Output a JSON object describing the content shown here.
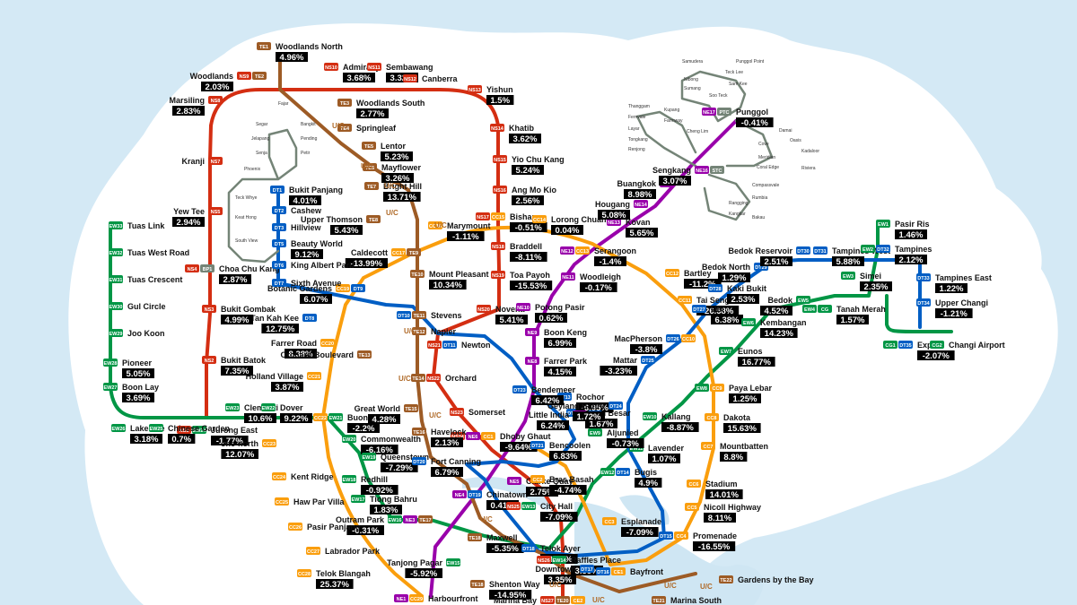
{
  "lines": {
    "nsl": {
      "color": "#d42e12"
    },
    "ewl": {
      "color": "#009645"
    },
    "nel": {
      "color": "#9900aa"
    },
    "ccl": {
      "color": "#fa9e0d"
    },
    "dtl": {
      "color": "#005ec4"
    },
    "tel": {
      "color": "#9d5b25"
    },
    "lrt": {
      "color": "#748477"
    }
  },
  "stations": [
    {
      "name": "Woodlands North",
      "code": "TE1",
      "pct": "4.96%"
    },
    {
      "name": "Woodlands",
      "code": "NS9 TE2",
      "pct": "2.03%"
    },
    {
      "name": "Admiralty",
      "code": "NS10",
      "pct": "3.68%"
    },
    {
      "name": "Sembawang",
      "code": "NS11",
      "pct": "3.32%"
    },
    {
      "name": "Canberra",
      "code": "NS12"
    },
    {
      "name": "Yishun",
      "code": "NS13",
      "pct": "1.5%"
    },
    {
      "name": "Marsiling",
      "code": "NS8",
      "pct": "2.83%"
    },
    {
      "name": "Woodlands South",
      "code": "TE3",
      "pct": "2.77%"
    },
    {
      "name": "Springleaf",
      "code": "TE4"
    },
    {
      "name": "Lentor",
      "code": "TE5",
      "pct": "5.23%"
    },
    {
      "name": "Mayflower",
      "code": "TE6",
      "pct": "3.26%"
    },
    {
      "name": "Bright Hill",
      "code": "TE7",
      "pct": "13.71%"
    },
    {
      "name": "Khatib",
      "code": "NS14",
      "pct": "3.62%"
    },
    {
      "name": "Yio Chu Kang",
      "code": "NS15",
      "pct": "5.24%"
    },
    {
      "name": "Ang Mo Kio",
      "code": "NS16",
      "pct": "2.56%"
    },
    {
      "name": "Kranji",
      "code": "NS7"
    },
    {
      "name": "Bukit Panjang",
      "code": "DT1",
      "pct": "4.01%"
    },
    {
      "name": "Upper Thomson",
      "code": "TE8",
      "pct": "5.43%"
    },
    {
      "name": "Yew Tee",
      "code": "NS5",
      "pct": "2.94%"
    },
    {
      "name": "Bishan",
      "code": "NS17 CC15",
      "pct": "-0.51%"
    },
    {
      "name": "Lorong Chuan",
      "code": "CC14",
      "pct": "0.04%"
    },
    {
      "name": "Marymount",
      "code": "CC16",
      "pct": "-1.11%"
    },
    {
      "name": "Braddell",
      "code": "NS18",
      "pct": "-8.11%"
    },
    {
      "name": "Caldecott",
      "code": "CC17 TE9",
      "pct": "-13.99%"
    },
    {
      "name": "Beauty World",
      "code": "DT5",
      "pct": "9.12%"
    },
    {
      "name": "Choa Chu Kang",
      "code": "NS4 BP1",
      "pct": "2.87%"
    },
    {
      "name": "Mount Pleasant",
      "code": "TE10",
      "pct": "10.34%"
    },
    {
      "name": "Toa Payoh",
      "code": "NS19",
      "pct": "-15.53%"
    },
    {
      "name": "Botanic Gardens",
      "code": "CC19 DT9",
      "pct": "6.07%"
    },
    {
      "name": "Tan Kah Kee",
      "code": "DT8",
      "pct": "12.75%"
    },
    {
      "name": "Novena",
      "code": "NS20",
      "pct": "5.41%"
    },
    {
      "name": "Bukit Gombak",
      "code": "NS3",
      "pct": "4.99%"
    },
    {
      "name": "Farrer Road",
      "code": "CC20",
      "pct": "8.38%"
    },
    {
      "name": "Bukit Batok",
      "code": "NS2",
      "pct": "7.35%"
    },
    {
      "name": "Holland Village",
      "code": "CC21",
      "pct": "3.87%"
    },
    {
      "name": "Jurong East",
      "code": "NS1 EW24",
      "pct": "-1.77%"
    },
    {
      "name": "Clementi",
      "code": "EW23",
      "pct": "10.6%"
    },
    {
      "name": "Dover",
      "code": "EW22",
      "pct": "9.22%"
    },
    {
      "name": "Buona Vista",
      "code": "CC22 EW21",
      "pct": "-2.2%"
    },
    {
      "name": "one-north",
      "code": "CC23",
      "pct": "12.07%"
    },
    {
      "name": "Commonwealth",
      "code": "EW20",
      "pct": "-6.16%"
    },
    {
      "name": "Queenstown",
      "code": "EW19",
      "pct": "-7.29%"
    },
    {
      "name": "Redhill",
      "code": "EW18",
      "pct": "-0.92%"
    },
    {
      "name": "Tiong Bahru",
      "code": "EW17",
      "pct": "1.83%"
    },
    {
      "name": "Outram Park",
      "code": "EW16 NE3 TE17",
      "pct": "-0.31%"
    },
    {
      "name": "Lakeside",
      "code": "EW26",
      "pct": "3.18%"
    },
    {
      "name": "Chinese Garden",
      "code": "EW25",
      "pct": "0.7%"
    },
    {
      "name": "Pioneer",
      "code": "EW28",
      "pct": "5.05%"
    },
    {
      "name": "Boon Lay",
      "code": "EW27",
      "pct": "3.69%"
    },
    {
      "name": "Kent Ridge",
      "code": "CC24"
    },
    {
      "name": "Labrador Park",
      "code": "CC27"
    },
    {
      "name": "Telok Blangah",
      "code": "CC28",
      "pct": "25.37%"
    },
    {
      "name": "Tanjong Pagar",
      "code": "EW15",
      "pct": "-5.92%"
    },
    {
      "name": "Shenton Way",
      "code": "TE18",
      "pct": "-14.95%"
    },
    {
      "name": "Maxwell",
      "code": "TE18",
      "pct": "-5.35%"
    },
    {
      "name": "Telok Ayer",
      "code": "DT18",
      "pct": "-3.23%"
    },
    {
      "name": "Chinatown",
      "code": "NE4 DT19",
      "pct": "0.41%"
    },
    {
      "name": "Clarke Quay",
      "code": "NE5",
      "pct": "2.75%"
    },
    {
      "name": "Fort Canning",
      "code": "DT20",
      "pct": "6.79%"
    },
    {
      "name": "Dhoby Ghaut",
      "code": "NS24 NE6 CC1",
      "pct": "-9.64%"
    },
    {
      "name": "Bencoolen",
      "code": "DT21",
      "pct": "6.83%"
    },
    {
      "name": "Bras Basah",
      "code": "CC2",
      "pct": "-4.74%"
    },
    {
      "name": "City Hall",
      "code": "NS25 EW13",
      "pct": "-7.09%"
    },
    {
      "name": "Esplanade",
      "code": "CC3",
      "pct": "-7.09%"
    },
    {
      "name": "Raffles Place",
      "code": "NS26 EW14",
      "pct": "3.35%"
    },
    {
      "name": "Downtown",
      "code": "DT17",
      "pct": "3.35%"
    },
    {
      "name": "Bayfront",
      "code": "DT16 CE1"
    },
    {
      "name": "Marina Bay",
      "code": "NS27 TE20 CE2"
    },
    {
      "name": "Gardens by the Bay",
      "code": "TE22"
    },
    {
      "name": "Marina South",
      "code": "TE21"
    },
    {
      "name": "Promenade",
      "code": "DT15 CC4",
      "pct": "-16.55%"
    },
    {
      "name": "Nicoll Highway",
      "code": "CC5",
      "pct": "8.11%"
    },
    {
      "name": "Stadium",
      "code": "CC6",
      "pct": "14.01%"
    },
    {
      "name": "Mountbatten",
      "code": "CC7",
      "pct": "8.8%"
    },
    {
      "name": "Dakota",
      "code": "CC8",
      "pct": "15.63%"
    },
    {
      "name": "Paya Lebar",
      "code": "EW8 CC9",
      "pct": "1.25%"
    },
    {
      "name": "Bugis",
      "code": "EW12 DT14",
      "pct": "4.9%"
    },
    {
      "name": "Lavender",
      "code": "EW11",
      "pct": "1.07%"
    },
    {
      "name": "Kallang",
      "code": "EW10",
      "pct": "-8.87%"
    },
    {
      "name": "Aljunied",
      "code": "EW9",
      "pct": "-0.73%"
    },
    {
      "name": "Jalan Besar",
      "code": "DT22",
      "pct": "1.67%"
    },
    {
      "name": "Rochor",
      "code": "DT13",
      "pct": "-6.95%"
    },
    {
      "name": "Bendemeer",
      "code": "DT23",
      "pct": "6.42%"
    },
    {
      "name": "Little India",
      "code": "NE7 DT12",
      "pct": "6.24%"
    },
    {
      "name": "Geylang Bahru",
      "code": "DT24",
      "pct": "1.72%"
    },
    {
      "name": "Mattar",
      "code": "DT25",
      "pct": "-3.23%"
    },
    {
      "name": "Farrer Park",
      "code": "NE8",
      "pct": "4.15%"
    },
    {
      "name": "Boon Keng",
      "code": "NE9",
      "pct": "6.99%"
    },
    {
      "name": "Potong Pasir",
      "code": "NE10",
      "pct": "0.62%"
    },
    {
      "name": "MacPherson",
      "code": "DT26 CC10",
      "pct": "-3.8%"
    },
    {
      "name": "Tai Seng",
      "code": "CC11",
      "pct": "-26.58%"
    },
    {
      "name": "Bartley",
      "code": "CC12",
      "pct": "-11.2%"
    },
    {
      "name": "Woodleigh",
      "code": "NE11",
      "pct": "-0.17%"
    },
    {
      "name": "Serangoon",
      "code": "NE12 CC13",
      "pct": "-1.4%"
    },
    {
      "name": "Kovan",
      "code": "NE13",
      "pct": "5.65%"
    },
    {
      "name": "Hougang",
      "code": "NE14",
      "pct": "5.08%"
    },
    {
      "name": "Buangkok",
      "code": "NE15",
      "pct": "8.98%"
    },
    {
      "name": "Sengkang",
      "code": "NE16 STC",
      "pct": "3.07%"
    },
    {
      "name": "Punggol",
      "code": "NE17 PTC",
      "pct": "-0.41%"
    },
    {
      "name": "Ubi",
      "code": "DT27",
      "pct": "6.38%"
    },
    {
      "name": "Kaki Bukit",
      "code": "DT28",
      "pct": "2.53%"
    },
    {
      "name": "Bedok North",
      "code": "DT29",
      "pct": "1.29%"
    },
    {
      "name": "Bedok Reservoir",
      "code": "DT30",
      "pct": "2.51%"
    },
    {
      "name": "Tampines West",
      "code": "DT31",
      "pct": "5.88%"
    },
    {
      "name": "Tampines",
      "code": "EW2 DT32",
      "pct": "2.12%"
    },
    {
      "name": "Simei",
      "code": "EW3",
      "pct": "2.35%"
    },
    {
      "name": "Tanah Merah",
      "code": "EW4 CG",
      "pct": "1.57%"
    },
    {
      "name": "Bedok",
      "code": "EW5",
      "pct": "4.52%"
    },
    {
      "name": "Kembangan",
      "code": "EW6",
      "pct": "14.23%"
    },
    {
      "name": "Eunos",
      "code": "EW7",
      "pct": "16.77%"
    },
    {
      "name": "Pasir Ris",
      "code": "EW1",
      "pct": "1.46%"
    },
    {
      "name": "Tampines East",
      "code": "DT33",
      "pct": "1.22%"
    },
    {
      "name": "Upper Changi",
      "code": "DT34",
      "pct": "-1.21%"
    },
    {
      "name": "Expo",
      "code": "CG1 DT35",
      "pct": "-2.07%"
    },
    {
      "name": "Changi Airport",
      "code": "CG2"
    },
    {
      "name": "Tuas Link",
      "code": "EW33"
    },
    {
      "name": "Tuas West Road",
      "code": "EW32"
    },
    {
      "name": "Tuas Crescent",
      "code": "EW31"
    },
    {
      "name": "Gul Circle",
      "code": "EW30"
    },
    {
      "name": "Joo Koon",
      "code": "EW29"
    },
    {
      "name": "Cashew",
      "code": "DT2"
    },
    {
      "name": "Hillview",
      "code": "DT3"
    },
    {
      "name": "King Albert Park",
      "code": "DT6"
    },
    {
      "name": "Sixth Avenue",
      "code": "DT7"
    },
    {
      "name": "Stevens",
      "code": "DT10 TE11"
    },
    {
      "name": "Newton",
      "code": "NS21 DT11"
    },
    {
      "name": "Napier",
      "code": "TE12"
    },
    {
      "name": "Orchard Boulevard",
      "code": "TE13"
    },
    {
      "name": "Orchard",
      "code": "TE14 NS22"
    },
    {
      "name": "Great World",
      "code": "TE15",
      "pct": "4.28%"
    },
    {
      "name": "Havelock",
      "code": "TE16",
      "pct": "2.13%"
    },
    {
      "name": "Somerset",
      "code": "NS23"
    },
    {
      "name": "Haw Par Villa",
      "code": "CC25"
    },
    {
      "name": "Pasir Panjang",
      "code": "CC26"
    },
    {
      "name": "Harbourfront",
      "code": "NE1 CC29"
    }
  ],
  "lrt_names": [
    "Samudera",
    "Punggol Point",
    "Teck Lee",
    "Nibong",
    "Sam Kee",
    "Sumang",
    "Soo Teck",
    "Thanggam",
    "Kupang",
    "Fernvale",
    "Farmway",
    "Layar",
    "Cheng Lim",
    "Tongkang",
    "Renjong",
    "Damai",
    "Oasis",
    "Cove",
    "Kadaloor",
    "Meridian",
    "Riviera",
    "Coral Edge",
    "Compassvale",
    "Rumbia",
    "Rangging",
    "Kangkar",
    "Bakau",
    "Fajar",
    "Segar",
    "Bangkit",
    "Jelapang",
    "Pending",
    "Senja",
    "Petir",
    "Phoenix",
    "Teck Whye",
    "Keat Hong",
    "South View"
  ],
  "uc_label": "U/C"
}
